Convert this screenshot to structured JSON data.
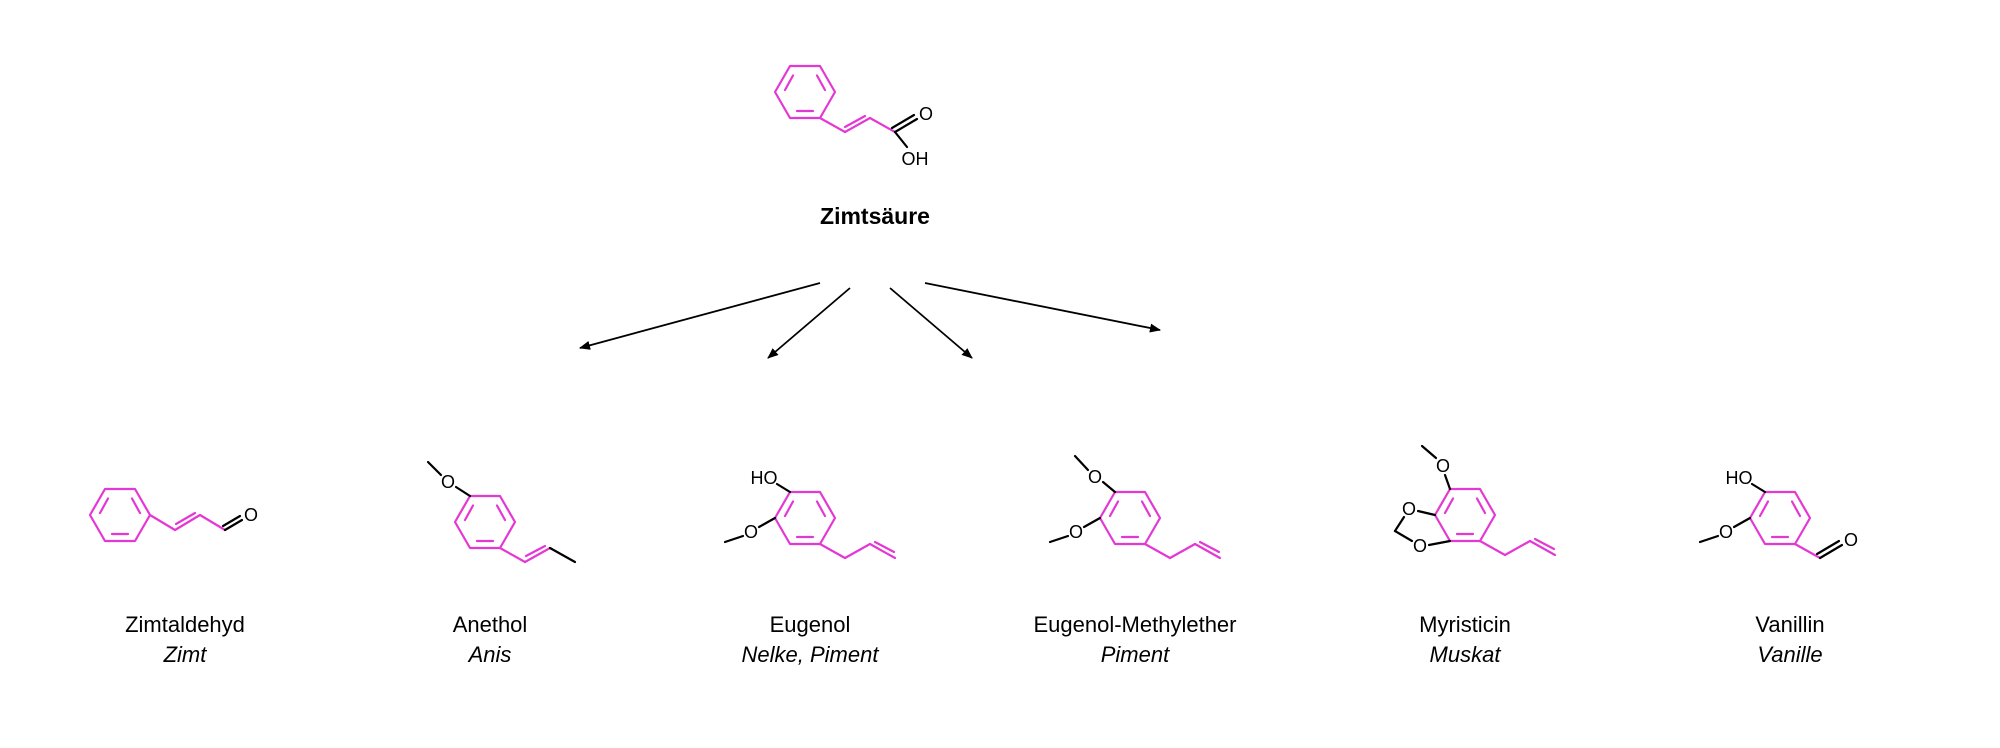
{
  "colors": {
    "highlight": "#e438d4",
    "ink": "#000000"
  },
  "parent": {
    "name": "Zimtsäure",
    "atoms": {
      "carbonyl_o": "O",
      "hydroxyl": "OH"
    }
  },
  "products": [
    {
      "name": "Zimtaldehyd",
      "source": "Zimt",
      "atoms": {
        "o1": "O"
      }
    },
    {
      "name": "Anethol",
      "source": "Anis",
      "atoms": {
        "o1": "O"
      }
    },
    {
      "name": "Eugenol",
      "source": "Nelke, Piment",
      "atoms": {
        "o1": "HO",
        "o2": "O"
      }
    },
    {
      "name": "Eugenol-Methylether",
      "source": "Piment",
      "atoms": {
        "o1": "O",
        "o2": "O"
      }
    },
    {
      "name": "Myristicin",
      "source": "Muskat",
      "atoms": {
        "o1": "O",
        "o2": "O",
        "o3": "O"
      }
    },
    {
      "name": "Vanillin",
      "source": "Vanille",
      "atoms": {
        "o1": "HO",
        "o2": "O",
        "o3": "O"
      }
    }
  ]
}
